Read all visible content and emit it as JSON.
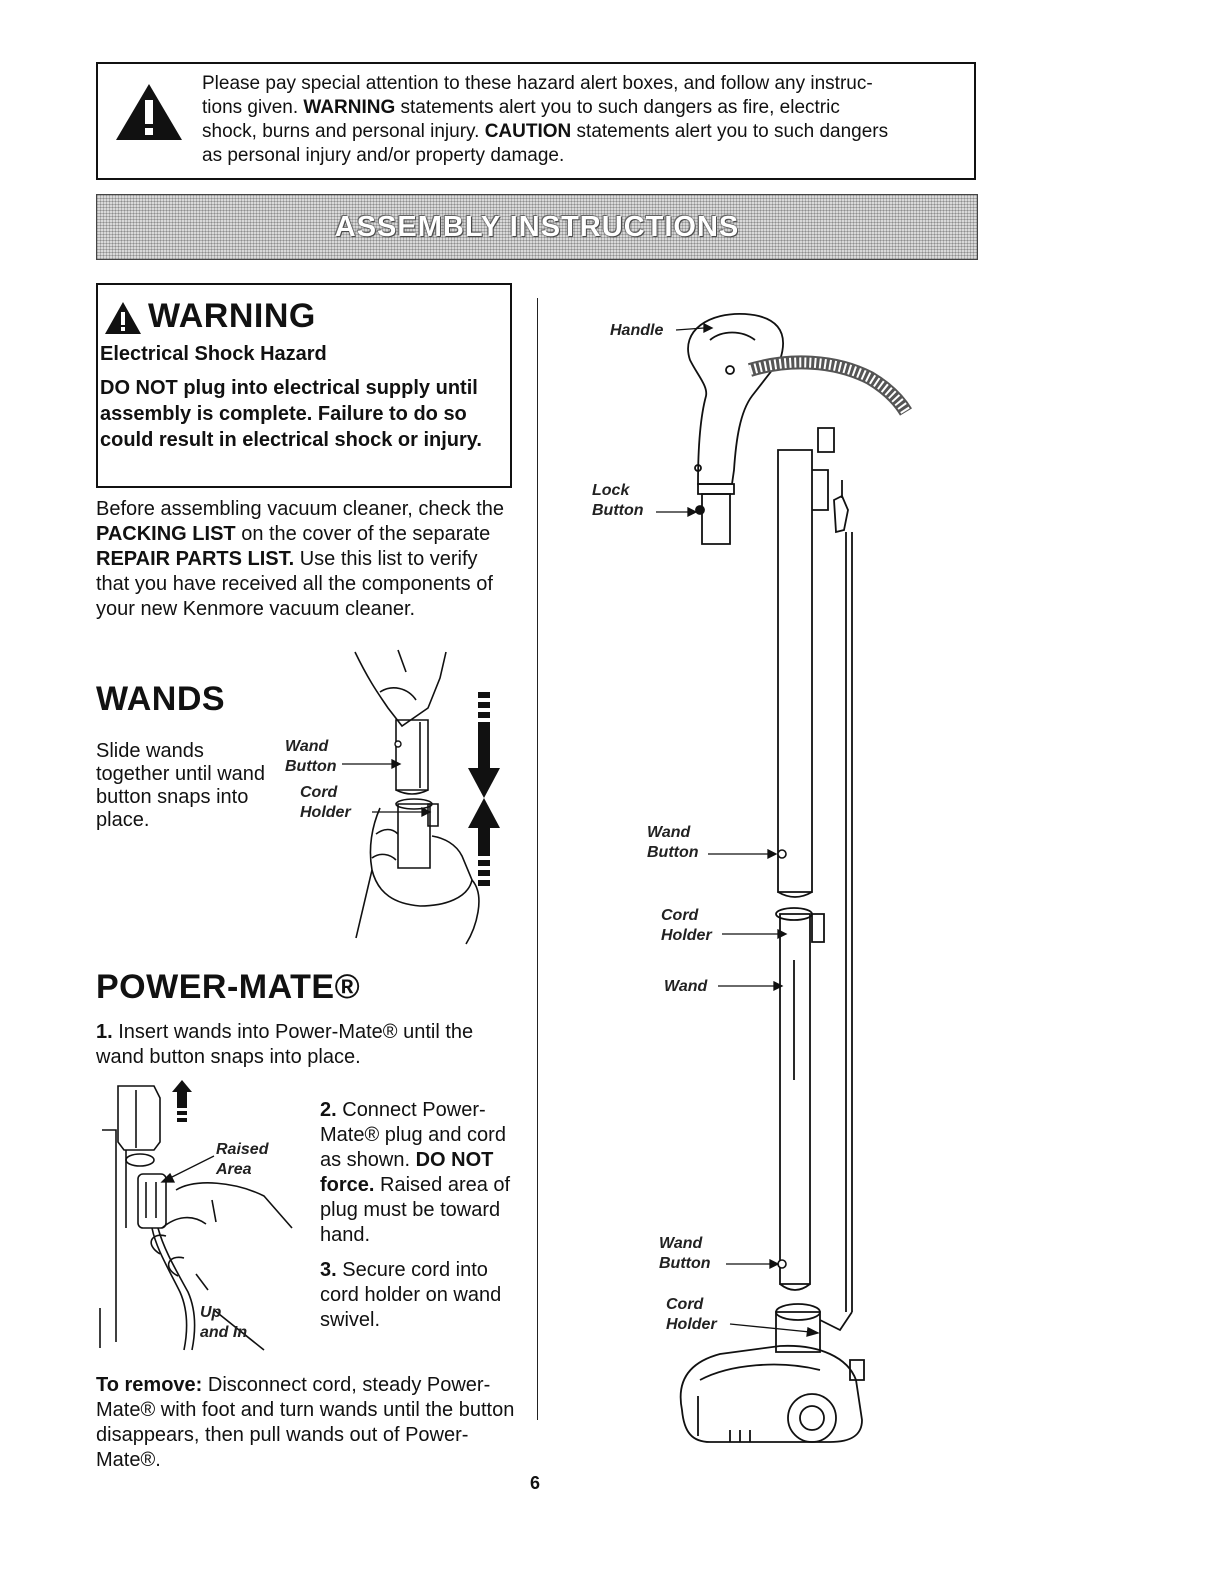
{
  "hazard": {
    "line1": "Please pay special attention to these hazard alert boxes, and follow any instruc-",
    "line2_a": "tions given. ",
    "line2_b": "WARNING",
    "line2_c": " statements alert you to such dangers as fire, electric",
    "line3_a": "shock, burns and personal injury. ",
    "line3_b": "CAUTION",
    "line3_c": " statements alert you to such dangers",
    "line4": "as personal injury and/or property damage."
  },
  "banner": {
    "title": "ASSEMBLY INSTRUCTIONS"
  },
  "warning": {
    "title": "WARNING",
    "subtitle": "Electrical Shock Hazard",
    "body": "DO NOT plug into electrical supply until assembly is complete. Failure to do so could result in electrical shock or injury."
  },
  "intro": {
    "a": "Before assembling vacuum cleaner, check the ",
    "b": "PACKING LIST",
    "c": " on the cover of the separate ",
    "d": "REPAIR PARTS LIST.",
    "e": " Use this list to verify that you have received all the components of your new Kenmore vacuum cleaner."
  },
  "wands": {
    "heading": "WANDS",
    "text": "Slide wands together until wand button snaps into place.",
    "label_wand_button_1": "Wand",
    "label_wand_button_2": "Button",
    "label_cord_holder_1": "Cord",
    "label_cord_holder_2": "Holder"
  },
  "powermate": {
    "heading": "POWER-MATE®",
    "step1_num": "1.",
    "step1_text": " Insert wands into Power-Mate® until the wand button snaps into place.",
    "step2_num": "2.",
    "step2_a": " Connect Power-Mate® plug and cord as shown. ",
    "step2_b": "DO NOT force.",
    "step2_c": " Raised area of plug must be toward hand.",
    "step3_num": "3.",
    "step3_text": " Secure cord into cord holder on wand swivel.",
    "label_raised_1": "Raised",
    "label_raised_2": "Area",
    "label_up_1": "Up",
    "label_up_2": "and In"
  },
  "remove": {
    "a": "To remove:",
    "b": " Disconnect cord, steady Power-Mate® with foot and turn wands until the button disappears, then pull wands out of Power-Mate®."
  },
  "diagram_labels": {
    "handle": "Handle",
    "lock_1": "Lock",
    "lock_2": "Button",
    "wand_button_top_1": "Wand",
    "wand_button_top_2": "Button",
    "cord_holder_top_1": "Cord",
    "cord_holder_top_2": "Holder",
    "wand": "Wand",
    "wand_button_bottom_1": "Wand",
    "wand_button_bottom_2": "Button",
    "cord_holder_bottom_1": "Cord",
    "cord_holder_bottom_2": "Holder"
  },
  "page_number": "6"
}
